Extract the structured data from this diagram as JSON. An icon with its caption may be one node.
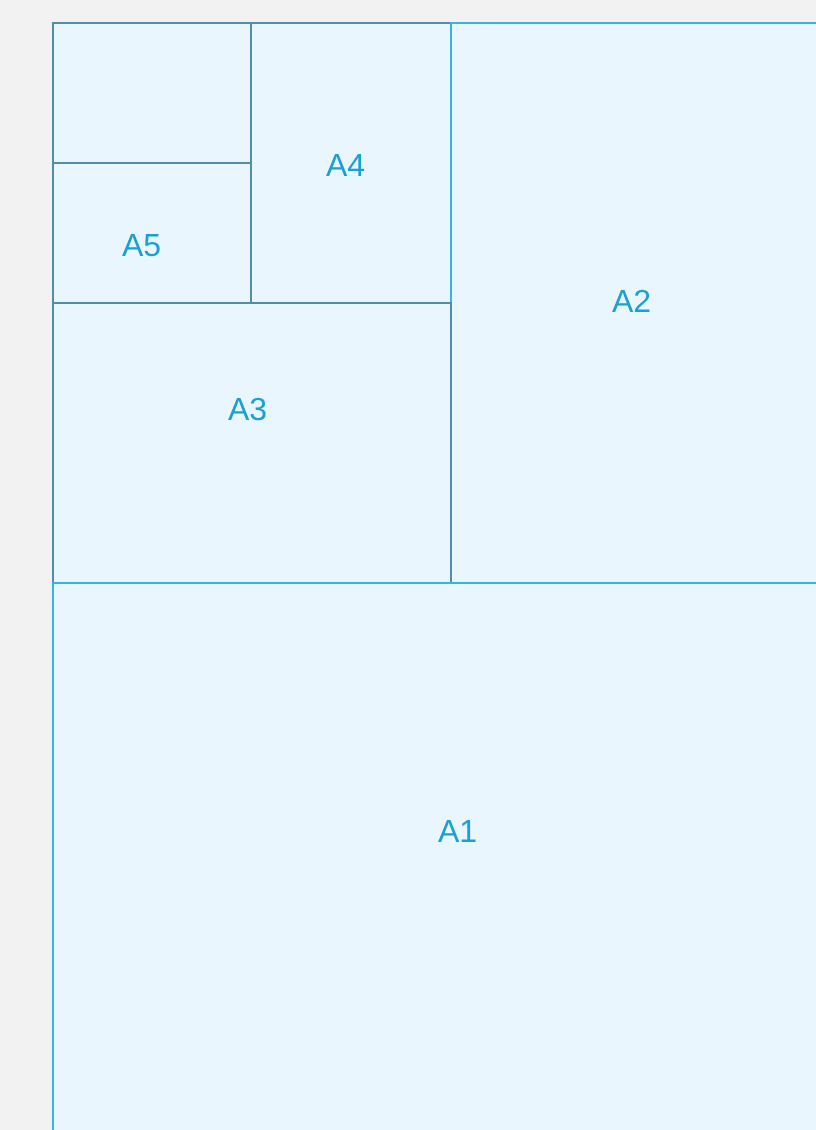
{
  "diagram": {
    "nodes": [
      {
        "text": [],
        "shape": "box"
      },
      {
        "text": [
          "A4"
        ]
      },
      {
        "text": [
          "A2"
        ]
      },
      {
        "text": [
          "A5"
        ]
      },
      {
        "text": [
          "A3"
        ]
      },
      {
        "text": [
          "A1"
        ]
      }
    ]
  }
}
